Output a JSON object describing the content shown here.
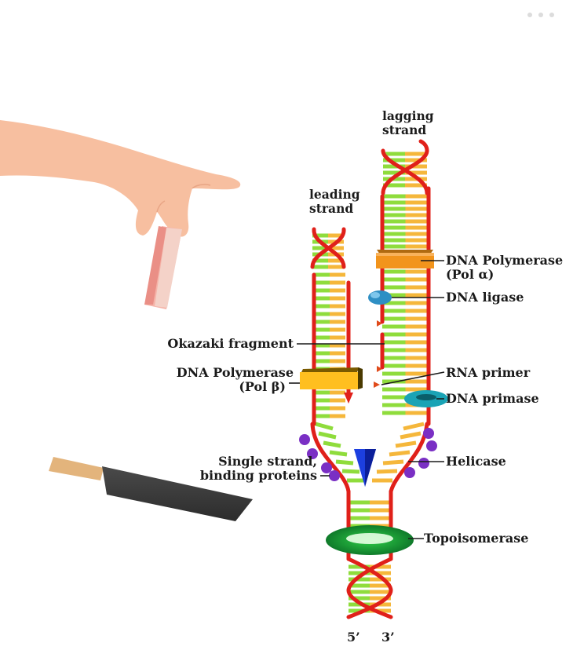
{
  "labels": {
    "lagging_strand": [
      "lagging",
      "strand"
    ],
    "leading_strand": [
      "leading",
      "strand"
    ],
    "dna_polymerase_alpha": [
      "DNA Polymerase",
      "(Pol α)"
    ],
    "dna_ligase": "DNA ligase",
    "okazaki_fragment": "Okazaki fragment",
    "rna_primer": "RNA primer",
    "dna_polymerase_beta": [
      "DNA Polymerase",
      "(Pol β)"
    ],
    "dna_primase": "DNA primase",
    "single_strand_binding_proteins": [
      "Single strand,",
      "binding proteins"
    ],
    "helicase": "Helicase",
    "topoisomerase": "Topoisomerase",
    "five_prime": "5’",
    "three_prime": "3’"
  },
  "icons": {
    "menu": "more-dots-icon",
    "hand": "pointing-hand-icon",
    "knife": "knife-icon"
  },
  "colors": {
    "backbone": "#e0201a",
    "base_green": "#8fdc3c",
    "base_orange": "#f5b73b",
    "polymerase_alpha": "#f2941c",
    "polymerase_beta": "#ffbf1f",
    "ligase": "#2e8fc4",
    "primase": "#1aa3b5",
    "ssb": "#7a2fc4",
    "helicase": "#1c3fe0",
    "topoisomerase": "#1fa83a",
    "rna_primer": "#e04a1a",
    "skin": "#f7bfa0",
    "knife_blade": "#3a3a3a",
    "knife_handle": "#e3b47c"
  }
}
